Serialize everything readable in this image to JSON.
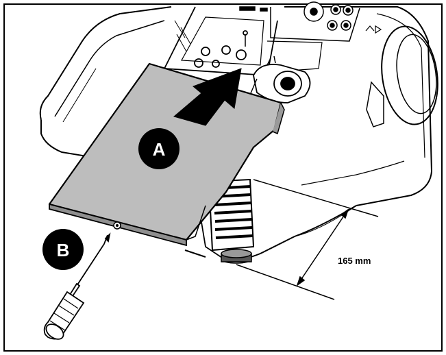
{
  "callouts": {
    "a": "A",
    "b": "B"
  },
  "dimension": {
    "label": "165 mm"
  },
  "colors": {
    "cover_fill": "#bdbdbd",
    "arrow_fill": "#000000",
    "outline": "#000000",
    "background": "#ffffff"
  },
  "icons": {
    "arrow": "insert-direction-arrow",
    "tool": "screwdriver-icon"
  }
}
